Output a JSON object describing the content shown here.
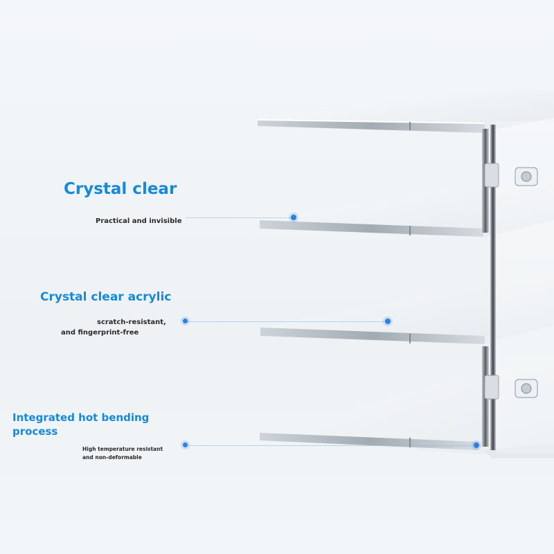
{
  "features": [
    {
      "title": "Crystal clear",
      "description": "Practical and invisible"
    },
    {
      "title": "Crystal clear acrylic",
      "description_line1": "scratch-resistant,",
      "description_line2": "and fingerprint-free"
    },
    {
      "title_line1": "Integrated hot bending",
      "title_line2": "process",
      "description_line1": "High temperature resistant",
      "description_line2": "and non-deformable"
    }
  ],
  "colors": {
    "title": "#1689d8",
    "description": "#2a2a2a",
    "callout_dot": "#2f7fe0",
    "background": "#f2f5f7"
  }
}
